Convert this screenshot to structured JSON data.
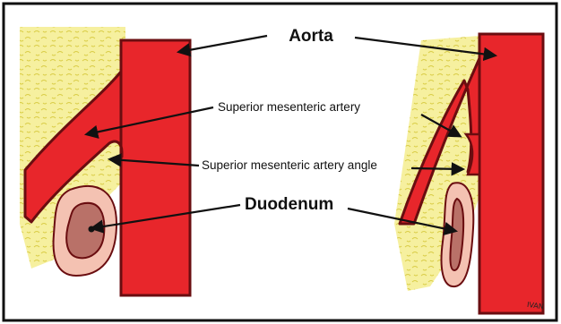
{
  "labels": {
    "aorta": "Aorta",
    "sma": "Superior mesenteric artery",
    "sma_angle": "Superior mesenteric artery angle",
    "duodenum": "Duodenum"
  },
  "signature": "IVAN",
  "colors": {
    "artery_fill": "#e8262b",
    "artery_outline": "#6a0d10",
    "fat": "#f6ef9a",
    "fat_detail": "#d7ca3c",
    "duodenum_wall": "#f4c2b2",
    "duodenum_lumen": "#b97168",
    "frame": "#111111"
  }
}
